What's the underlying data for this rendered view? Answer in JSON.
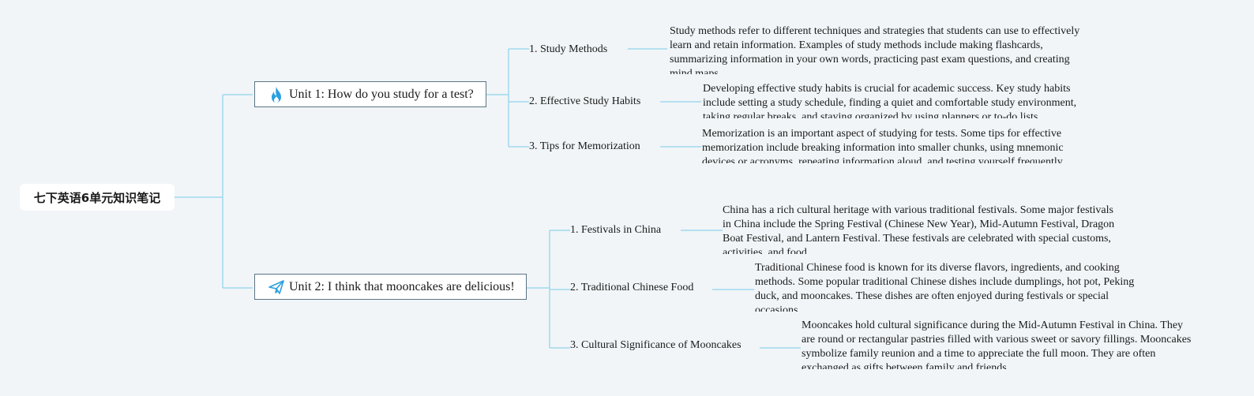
{
  "colors": {
    "background": "#f1f5f8",
    "connector": "#8fd3ea",
    "icon": "#2aa0e0"
  },
  "root": {
    "label": "七下英语6单元知识笔记"
  },
  "units": [
    {
      "title": "Unit 1: How do you study for a test?",
      "icon": "flame-icon",
      "topics": [
        {
          "label": "1. Study Methods",
          "note": "Study methods refer to different techniques and strategies that students can use to effectively learn and retain information. Examples of study methods include making flashcards, summarizing information in your own words, practicing past exam questions, and creating mind maps."
        },
        {
          "label": "2. Effective Study Habits",
          "note": "Developing effective study habits is crucial for academic success. Key study habits include setting a study schedule, finding a quiet and comfortable study environment, taking regular breaks, and staying organized by using planners or to-do lists."
        },
        {
          "label": "3. Tips for Memorization",
          "note": "Memorization is an important aspect of studying for tests. Some tips for effective memorization include breaking information into smaller chunks, using mnemonic devices or acronyms, repeating information aloud, and testing yourself frequently."
        }
      ]
    },
    {
      "title": "Unit 2: I think that mooncakes are delicious!",
      "icon": "paper-plane-icon",
      "topics": [
        {
          "label": "1. Festivals in China",
          "note": "China has a rich cultural heritage with various traditional festivals. Some major festivals in China include the Spring Festival (Chinese New Year), Mid-Autumn Festival, Dragon Boat Festival, and Lantern Festival. These festivals are celebrated with special customs, activities, and food."
        },
        {
          "label": "2. Traditional Chinese Food",
          "note": "Traditional Chinese food is known for its diverse flavors, ingredients, and cooking methods. Some popular traditional Chinese dishes include dumplings, hot pot, Peking duck, and mooncakes. These dishes are often enjoyed during festivals or special occasions."
        },
        {
          "label": "3. Cultural Significance of Mooncakes",
          "note": "Mooncakes hold cultural significance during the Mid-Autumn Festival in China. They are round or rectangular pastries filled with various sweet or savory fillings. Mooncakes symbolize family reunion and a time to appreciate the full moon. They are often exchanged as gifts between family and friends."
        }
      ]
    }
  ]
}
